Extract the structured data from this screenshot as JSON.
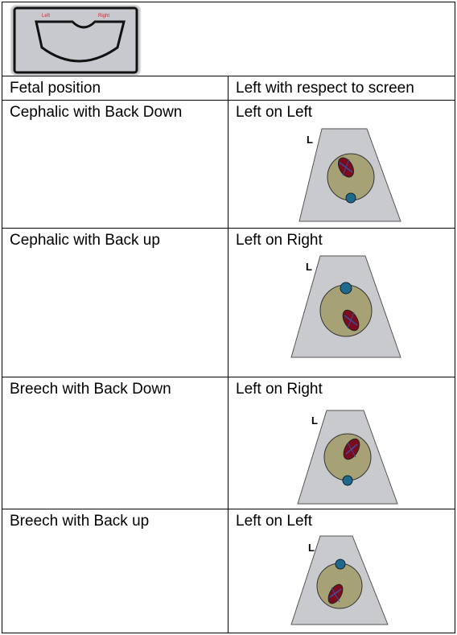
{
  "reference_image": {
    "left_label": "Left",
    "right_label": "Right"
  },
  "header": {
    "col1": "Fetal position",
    "col2": "Left with respect to screen"
  },
  "rows": [
    {
      "position": "Cephalic with Back Down",
      "orientation": "Left on Left",
      "marker": "L"
    },
    {
      "position": "Cephalic with Back up",
      "orientation": "Left on Right",
      "marker": "L"
    },
    {
      "position": "Breech with Back Down",
      "orientation": "Left on Right",
      "marker": "L"
    },
    {
      "position": "Breech with Back up",
      "orientation": "Left on Left",
      "marker": "L"
    }
  ],
  "colors": {
    "fan": "#c9cace",
    "fetal_circle": "#a6a276",
    "organ": "#7a0c1d",
    "spine_dot": "#1f6a8c"
  }
}
